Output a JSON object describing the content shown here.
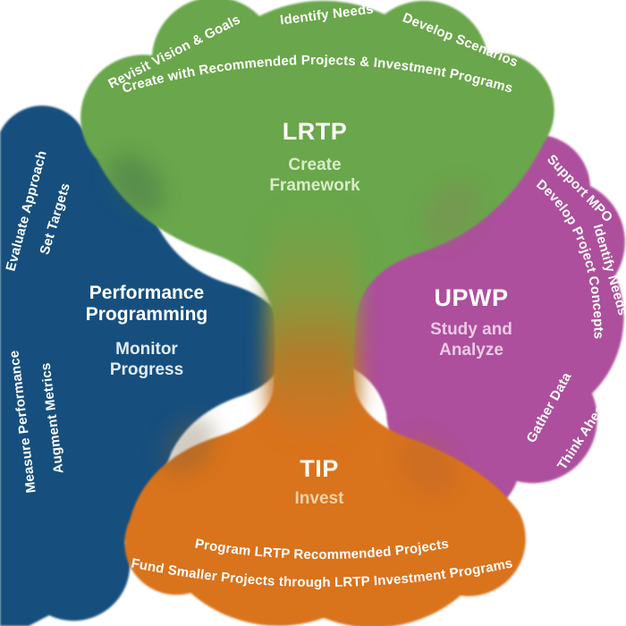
{
  "diagram": {
    "type": "transportation-planning-cycle",
    "background": "#ffffff",
    "label_text_color": "#ffffff"
  },
  "palette": {
    "lrtp_green": "#6aa64c",
    "upwp_purple": "#ad4f9c",
    "tip_orange": "#d9731f",
    "performance_blue": "#18507e",
    "lrtp_subtitle_tint": "#d8ecc8",
    "upwp_subtitle_tint": "#eccae5",
    "tip_subtitle_tint": "#f6d2a6",
    "performance_subtitle_tint": "#e2ecf6"
  },
  "quadrants": {
    "lrtp": {
      "heading": "LRTP",
      "subtitle1": "Create",
      "subtitle2": "Framework",
      "label_revisit": "Revisit Vision & Goals",
      "label_identify": "Identify Needs",
      "label_scenarios": "Develop Scenarios",
      "label_create_arc": "Create with Recommended Projects & Investment Programs",
      "color": "#6aa64c"
    },
    "upwp": {
      "heading": "UPWP",
      "subtitle1": "Study and",
      "subtitle2": "Analyze",
      "label_support": "Support MPO",
      "label_identify": "Identify Needs",
      "label_concepts": "Develop Project Concepts",
      "label_gather": "Gather Data",
      "label_think": "Think Ahead",
      "color": "#ad4f9c"
    },
    "tip": {
      "heading": "TIP",
      "subtitle1": "Invest",
      "label_program": "Program LRTP Recommended Projects",
      "label_fund": "Fund Smaller Projects through LRTP Investment Programs",
      "color": "#d9731f"
    },
    "performance": {
      "heading1": "Performance",
      "heading2": "Programming",
      "subtitle1": "Monitor",
      "subtitle2": "Progress",
      "label_evaluate": "Evaluate Approach",
      "label_targets": "Set Targets",
      "label_measure": "Measure Performance",
      "label_augment": "Augment Metrics",
      "color": "#18507e"
    }
  }
}
